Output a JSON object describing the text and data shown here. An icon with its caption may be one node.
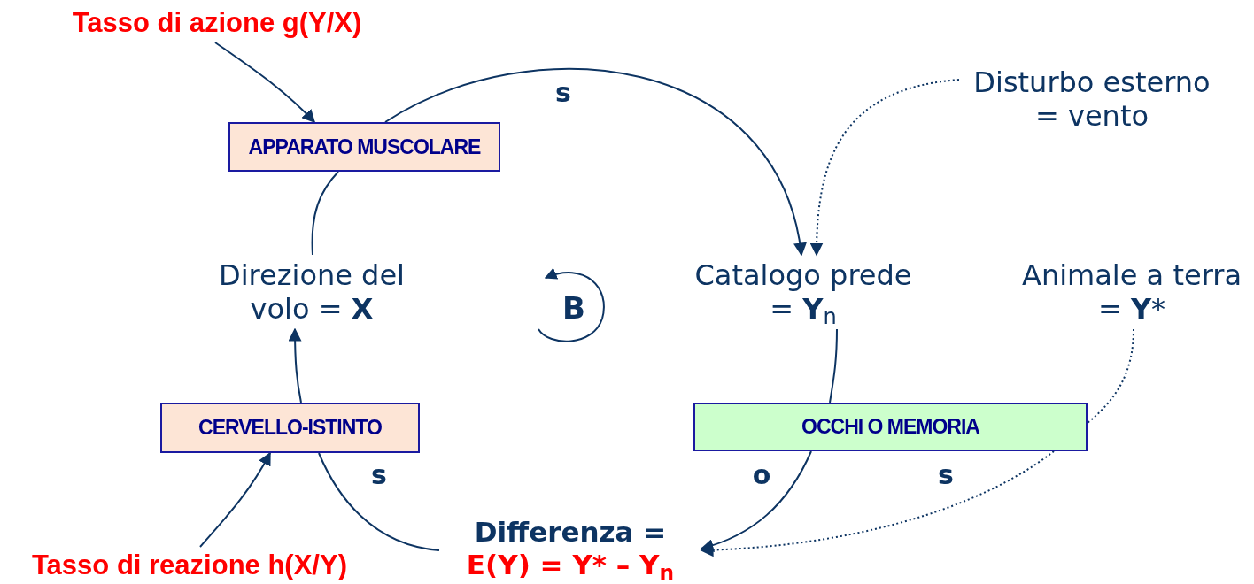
{
  "diagram": {
    "nodes": [
      {
        "text": [
          "Tasso di azione g(Y/X)"
        ]
      },
      {
        "text": [
          "APPARATO MUSCOLARE"
        ]
      },
      {
        "text": [
          "Disturbo esterno = vento"
        ]
      },
      {
        "text": [
          "Direzione del volo = **X**"
        ]
      },
      {
        "text": [
          "Catalogo prede = **Y**$_{n}$"
        ]
      },
      {
        "text": [
          "Animale a terra = **Y***"
        ]
      },
      {
        "text": [
          "CERVELLO-ISTINTO"
        ]
      },
      {
        "text": [
          "OCCHI O MEMORIA"
        ]
      },
      {
        "text": [
          "Differenza =",
          "E(Y) = Y* – Y$_{n}$"
        ]
      },
      {
        "text": [
          "Tasso di reazione h(X/Y)"
        ]
      }
    ],
    "edges": [
      {
        "from": 0,
        "to": 1,
        "arrow": "to"
      },
      {
        "from": 1,
        "to": 4,
        "arrow": "to",
        "label": "s"
      },
      {
        "from": 2,
        "to": 4,
        "arrow": "to",
        "style": "dashed"
      },
      {
        "from": 3,
        "to": 1,
        "arrow": "none"
      },
      {
        "from": 4,
        "to": 7,
        "arrow": "none"
      },
      {
        "from": 7,
        "to": 8,
        "arrow": "to",
        "label": "o"
      },
      {
        "from": 5,
        "to": 7,
        "arrow": "none",
        "style": "dashed"
      },
      {
        "from": 7,
        "to": 8,
        "arrow": "to",
        "label": "s",
        "style": "dashed"
      },
      {
        "from": 8,
        "to": 6,
        "arrow": "none",
        "label": "s"
      },
      {
        "from": 6,
        "to": 3,
        "arrow": "to"
      },
      {
        "from": 9,
        "to": 6,
        "arrow": "to"
      }
    ],
    "labels": [
      "B"
    ]
  }
}
